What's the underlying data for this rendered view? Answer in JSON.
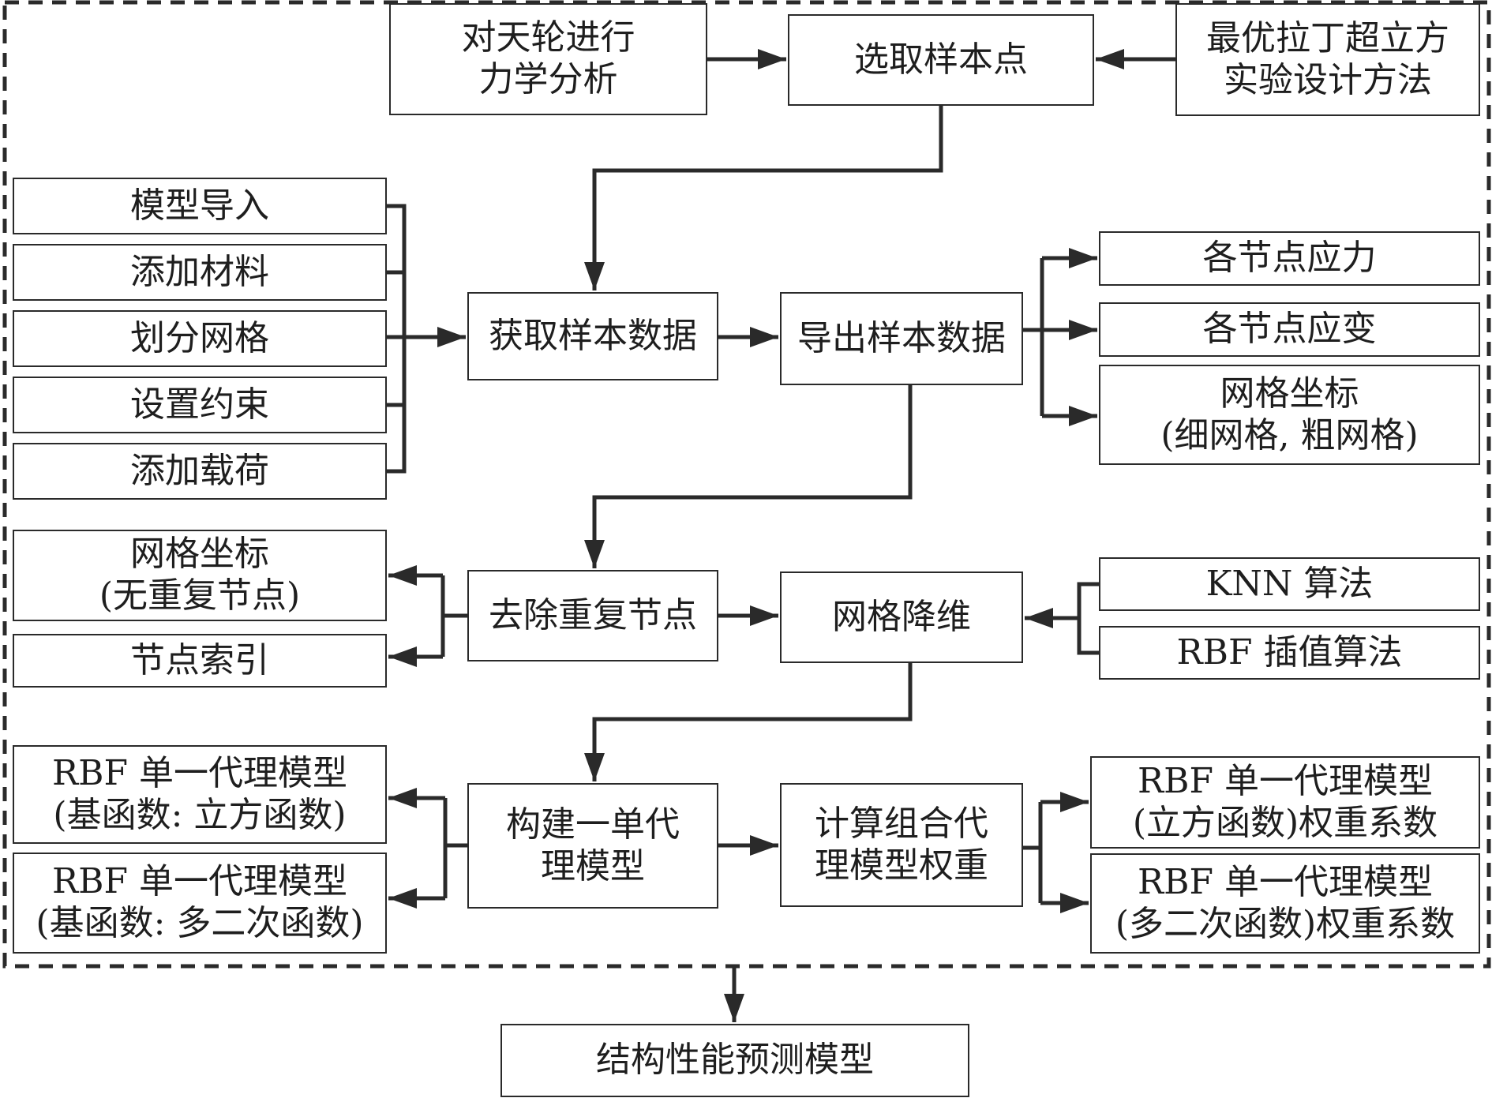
{
  "diagram": {
    "title": "天轮结构性能预测模型构建流程",
    "container": {
      "style": "dashed"
    },
    "nodes": {
      "mech_analysis": {
        "lines": [
          "对天轮进行",
          "力学分析"
        ]
      },
      "select_samples": {
        "lines": [
          "选取样本点"
        ]
      },
      "olhs": {
        "lines": [
          "最优拉丁超立方",
          "实验设计方法"
        ]
      },
      "model_import": {
        "lines": [
          "模型导入"
        ]
      },
      "add_material": {
        "lines": [
          "添加材料"
        ]
      },
      "mesh": {
        "lines": [
          "划分网格"
        ]
      },
      "constraints": {
        "lines": [
          "设置约束"
        ]
      },
      "add_load": {
        "lines": [
          "添加载荷"
        ]
      },
      "get_sample_data": {
        "lines": [
          "获取样本数据"
        ]
      },
      "export_sample_data": {
        "lines": [
          "导出样本数据"
        ]
      },
      "node_stress": {
        "lines": [
          "各节点应力"
        ]
      },
      "node_strain": {
        "lines": [
          "各节点应变"
        ]
      },
      "mesh_coords": {
        "lines": [
          "网格坐标",
          "(细网格, 粗网格)"
        ]
      },
      "mesh_coords_nodup": {
        "lines": [
          "网格坐标",
          "(无重复节点)"
        ]
      },
      "node_index": {
        "lines": [
          "节点索引"
        ]
      },
      "remove_dup_nodes": {
        "lines": [
          "去除重复节点"
        ]
      },
      "mesh_reduction": {
        "lines": [
          "网格降维"
        ]
      },
      "knn": {
        "lines": [
          "KNN 算法"
        ]
      },
      "rbf_interp": {
        "lines": [
          "RBF 插值算法"
        ]
      },
      "rbf_cubic": {
        "lines": [
          "RBF 单一代理模型",
          "(基函数: 立方函数)"
        ]
      },
      "rbf_multiquad": {
        "lines": [
          "RBF 单一代理模型",
          "(基函数: 多二次函数)"
        ]
      },
      "build_single": {
        "lines": [
          "构建一单代",
          "理模型"
        ]
      },
      "calc_weights": {
        "lines": [
          "计算组合代",
          "理模型权重"
        ]
      },
      "w_cubic": {
        "lines": [
          "RBF 单一代理模型",
          "(立方函数)权重系数"
        ]
      },
      "w_multiquad": {
        "lines": [
          "RBF 单一代理模型",
          "(多二次函数)权重系数"
        ]
      },
      "final_model": {
        "lines": [
          "结构性能预测模型"
        ]
      }
    },
    "edges": [
      {
        "from": "mech_analysis",
        "to": "select_samples"
      },
      {
        "from": "olhs",
        "to": "select_samples"
      },
      {
        "from": "select_samples",
        "to": "get_sample_data"
      },
      {
        "from": [
          "model_import",
          "add_material",
          "mesh",
          "constraints",
          "add_load"
        ],
        "to": "get_sample_data"
      },
      {
        "from": "get_sample_data",
        "to": "export_sample_data"
      },
      {
        "from": "export_sample_data",
        "to": [
          "node_stress",
          "node_strain",
          "mesh_coords"
        ]
      },
      {
        "from": "export_sample_data",
        "to": "remove_dup_nodes"
      },
      {
        "from": "remove_dup_nodes",
        "to": [
          "mesh_coords_nodup",
          "node_index"
        ]
      },
      {
        "from": "remove_dup_nodes",
        "to": "mesh_reduction"
      },
      {
        "from": [
          "knn",
          "rbf_interp"
        ],
        "to": "mesh_reduction"
      },
      {
        "from": "mesh_reduction",
        "to": "build_single"
      },
      {
        "from": "build_single",
        "to": [
          "rbf_cubic",
          "rbf_multiquad"
        ]
      },
      {
        "from": "build_single",
        "to": "calc_weights"
      },
      {
        "from": "calc_weights",
        "to": [
          "w_cubic",
          "w_multiquad"
        ]
      },
      {
        "from": "container",
        "to": "final_model"
      }
    ]
  }
}
